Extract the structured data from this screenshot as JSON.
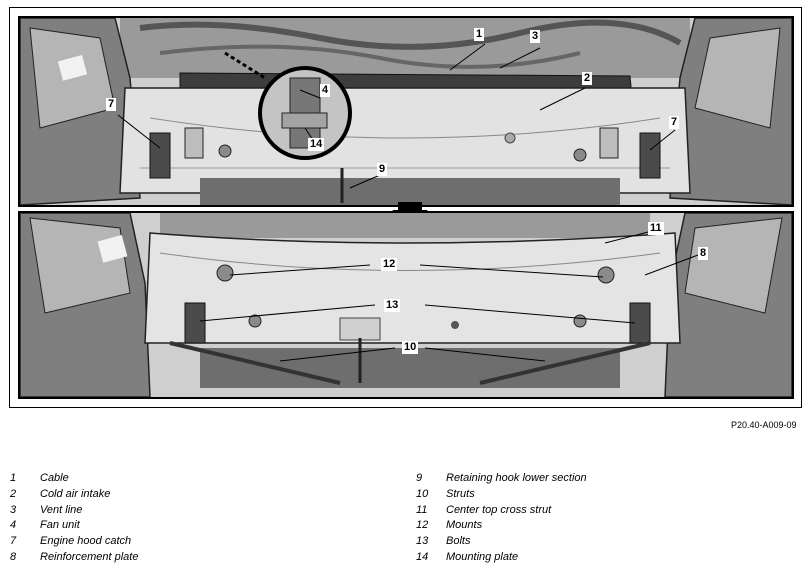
{
  "figure": {
    "reference_code": "P20.40-A009-09",
    "top_panel_callouts": [
      "1",
      "3",
      "2",
      "4",
      "7",
      "14",
      "9",
      "7"
    ],
    "bottom_panel_callouts": [
      "11",
      "8",
      "12",
      "13",
      "10"
    ]
  },
  "legend": {
    "left": [
      {
        "num": "1",
        "label": "Cable"
      },
      {
        "num": "2",
        "label": "Cold air intake"
      },
      {
        "num": "3",
        "label": "Vent line"
      },
      {
        "num": "4",
        "label": "Fan unit"
      },
      {
        "num": "7",
        "label": "Engine hood catch"
      },
      {
        "num": "8",
        "label": "Reinforcement plate"
      }
    ],
    "right": [
      {
        "num": "9",
        "label": "Retaining hook lower section"
      },
      {
        "num": "10",
        "label": "Struts"
      },
      {
        "num": "11",
        "label": "Center top cross strut"
      },
      {
        "num": "12",
        "label": "Mounts"
      },
      {
        "num": "13",
        "label": "Bolts"
      },
      {
        "num": "14",
        "label": "Mounting plate"
      }
    ]
  }
}
